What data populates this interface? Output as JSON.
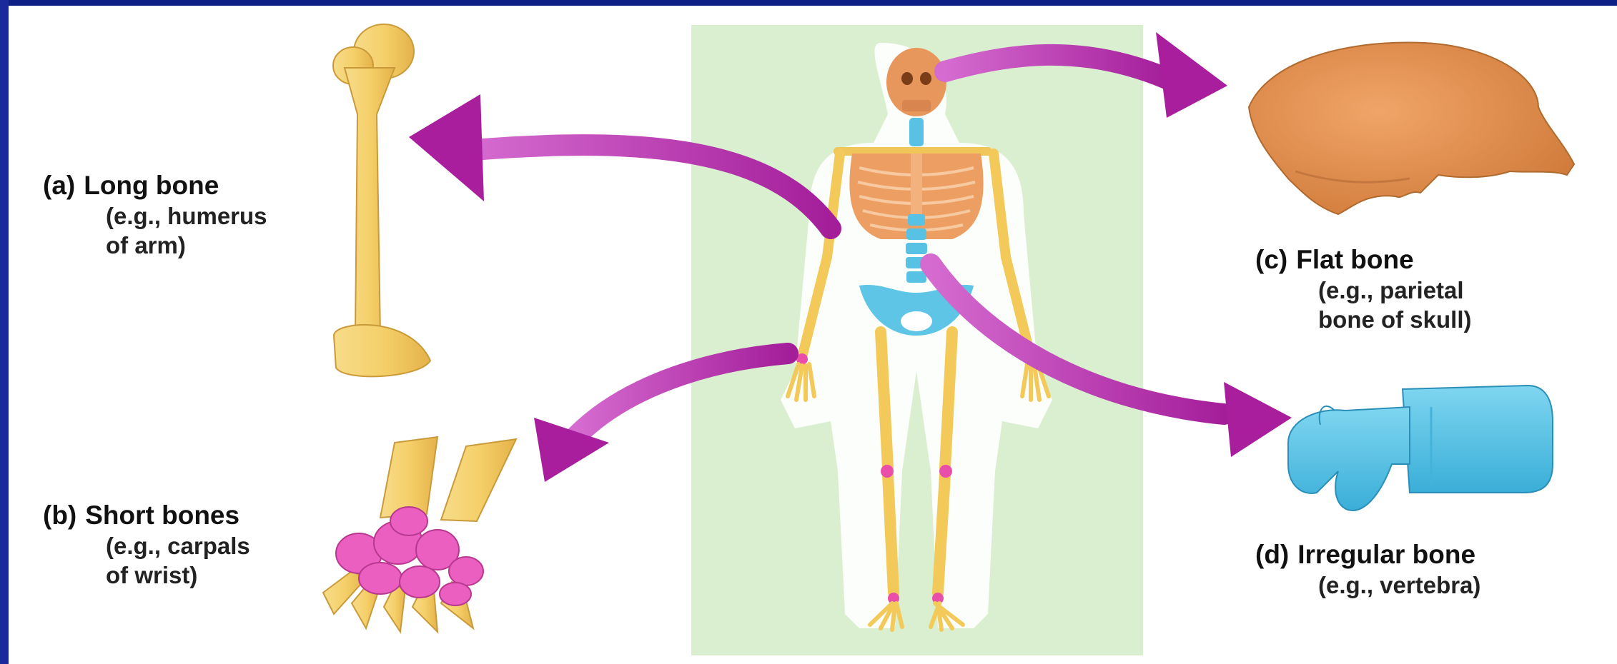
{
  "labels": {
    "a": {
      "letter": "(a)",
      "title": "Long bone",
      "line1": "(e.g., humerus",
      "line2": "of arm)"
    },
    "b": {
      "letter": "(b)",
      "title": "Short bones",
      "line1": "(e.g., carpals",
      "line2": "of wrist)"
    },
    "c": {
      "letter": "(c)",
      "title": "Flat bone",
      "line1": "(e.g., parietal",
      "line2": "bone of skull)"
    },
    "d": {
      "letter": "(d)",
      "title": "Irregular bone",
      "line1": "(e.g., vertebra)"
    }
  },
  "colors": {
    "background": "#ffffff",
    "border": "#0e1f86",
    "panel": "#d9efcf",
    "bone_yellow": "#f3c95a",
    "bone_orange": "#e6955a",
    "bone_blue": "#56c3e6",
    "bone_pink": "#e94fb4",
    "arrow": "#b22ca8"
  },
  "icons": [
    "humerus-illustration",
    "carpals-illustration",
    "parietal-bone-illustration",
    "vertebra-illustration",
    "skeleton-illustration"
  ]
}
